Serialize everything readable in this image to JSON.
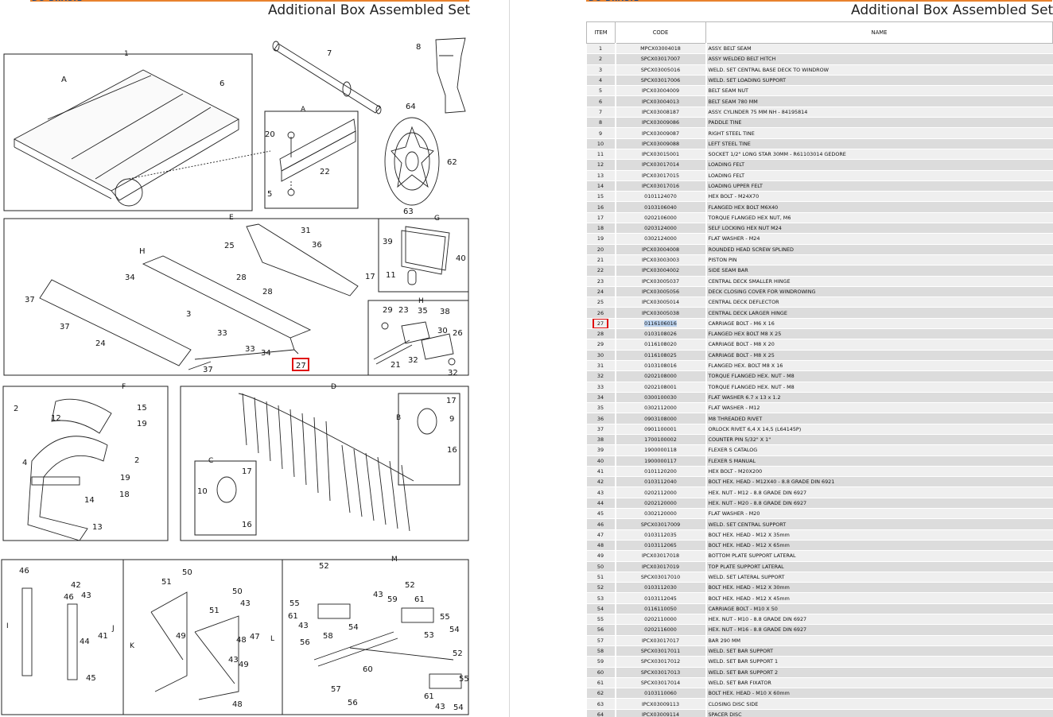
{
  "page_title": "Additional Box Assembled Set",
  "table": {
    "headers": {
      "item": "ITEM",
      "code": "CODE",
      "name": "NAME"
    },
    "highlighted_item": "27",
    "rows": [
      {
        "item": "1",
        "code": "MPCX03004018",
        "name": "ASSY. BELT SEAM"
      },
      {
        "item": "2",
        "code": "SPCX03017007",
        "name": "ASSY WELDED BELT HITCH"
      },
      {
        "item": "3",
        "code": "SPCX03005016",
        "name": "WELD. SET CENTRAL BASE DECK TO WINDROW"
      },
      {
        "item": "4",
        "code": "SPCX03017006",
        "name": "WELD. SET LOADING SUPPORT"
      },
      {
        "item": "5",
        "code": "IPCX03004009",
        "name": "BELT SEAM NUT"
      },
      {
        "item": "6",
        "code": "IPCX03004013",
        "name": "BELT SEAM 780 MM"
      },
      {
        "item": "7",
        "code": "IPCX03008187",
        "name": "ASSY. CYLINDER 75 MM NH - 84195814"
      },
      {
        "item": "8",
        "code": "IPCX03009086",
        "name": "PADDLE TINE"
      },
      {
        "item": "9",
        "code": "IPCX03009087",
        "name": "RIGHT STEEL TINE"
      },
      {
        "item": "10",
        "code": "IPCX03009088",
        "name": "LEFT STEEL TINE"
      },
      {
        "item": "11",
        "code": "IPCX03015001",
        "name": "SOCKET 1/2\" LONG STAR 30MM - R61103014 GEDORE"
      },
      {
        "item": "12",
        "code": "IPCX03017014",
        "name": "LOADING FELT"
      },
      {
        "item": "13",
        "code": "IPCX03017015",
        "name": "LOADING FELT"
      },
      {
        "item": "14",
        "code": "IPCX03017016",
        "name": "LOADING UPPER FELT"
      },
      {
        "item": "15",
        "code": "0101124070",
        "name": "HEX BOLT - M24X70"
      },
      {
        "item": "16",
        "code": "0103106040",
        "name": "FLANGED HEX BOLT M6X40"
      },
      {
        "item": "17",
        "code": "0202106000",
        "name": "TORQUE FLANGED HEX NUT, M6"
      },
      {
        "item": "18",
        "code": "0203124000",
        "name": "SELF LOCKING HEX NUT M24"
      },
      {
        "item": "19",
        "code": "0302124000",
        "name": "FLAT WASHER - M24"
      },
      {
        "item": "20",
        "code": "IPCX03004008",
        "name": "ROUNDED HEAD SCREW SPLINED"
      },
      {
        "item": "21",
        "code": "IPCX03003003",
        "name": "PISTON PIN"
      },
      {
        "item": "22",
        "code": "IPCX03004002",
        "name": "SIDE SEAM BAR"
      },
      {
        "item": "23",
        "code": "IPCX03005037",
        "name": "CENTRAL DECK SMALLER HINGE"
      },
      {
        "item": "24",
        "code": "IPCX03005056",
        "name": "DECK CLOSING COVER FOR WINDROWING"
      },
      {
        "item": "25",
        "code": "IPCX03005014",
        "name": "CENTRAL DECK DEFLECTOR"
      },
      {
        "item": "26",
        "code": "IPCX03005038",
        "name": "CENTRAL DECK LARGER HINGE"
      },
      {
        "item": "27",
        "code": "0116106016",
        "name": "CARRIAGE BOLT - M6 X 16"
      },
      {
        "item": "28",
        "code": "0103108026",
        "name": "FLANGED HEX BOLT M8 X 25"
      },
      {
        "item": "29",
        "code": "0116108020",
        "name": "CARRIAGE BOLT - M8 X 20"
      },
      {
        "item": "30",
        "code": "0116108025",
        "name": "CARRIAGE BOLT - M8 X 25"
      },
      {
        "item": "31",
        "code": "0103108016",
        "name": "FLANGED HEX. BOLT M8 X 16"
      },
      {
        "item": "32",
        "code": "0202108000",
        "name": "TORQUE FLANGED HEX. NUT - M8"
      },
      {
        "item": "33",
        "code": "0202108001",
        "name": "TORQUE FLANGED HEX. NUT - M8"
      },
      {
        "item": "34",
        "code": "0300100030",
        "name": "FLAT WASHER 6.7 x 13 x 1.2"
      },
      {
        "item": "35",
        "code": "0302112000",
        "name": "FLAT WASHER - M12"
      },
      {
        "item": "36",
        "code": "0903108000",
        "name": "M8 THREADED RIVET"
      },
      {
        "item": "37",
        "code": "0901100001",
        "name": "ORLOCK RIVET 6,4 X 14,5 (L64145P)"
      },
      {
        "item": "38",
        "code": "1700100002",
        "name": "COUNTER PIN 5/32\" X 1\""
      },
      {
        "item": "39",
        "code": "1900000118",
        "name": "FLEXER S CATALOG"
      },
      {
        "item": "40",
        "code": "1900000117",
        "name": "FLEXER S MANUAL"
      },
      {
        "item": "41",
        "code": "0101120200",
        "name": "HEX BOLT - M20X200"
      },
      {
        "item": "42",
        "code": "0103112040",
        "name": "BOLT HEX. HEAD - M12X40 - 8.8 GRADE DIN 6921"
      },
      {
        "item": "43",
        "code": "0202112000",
        "name": "HEX. NUT - M12 - 8.8 GRADE DIN 6927"
      },
      {
        "item": "44",
        "code": "0202120000",
        "name": "HEX. NUT - M20 - 8.8 GRADE DIN 6927"
      },
      {
        "item": "45",
        "code": "0302120000",
        "name": "FLAT WASHER - M20"
      },
      {
        "item": "46",
        "code": "SPCX03017009",
        "name": "WELD. SET CENTRAL SUPPORT"
      },
      {
        "item": "47",
        "code": "0103112035",
        "name": "BOLT HEX. HEAD - M12 X 35mm"
      },
      {
        "item": "48",
        "code": "0103112065",
        "name": "BOLT HEX. HEAD - M12 X 65mm"
      },
      {
        "item": "49",
        "code": "IPCX03017018",
        "name": "BOTTOM PLATE SUPPORT LATERAL"
      },
      {
        "item": "50",
        "code": "IPCX03017019",
        "name": "TOP PLATE SUPPORT LATERAL"
      },
      {
        "item": "51",
        "code": "SPCX03017010",
        "name": "WELD. SET LATERAL SUPPORT"
      },
      {
        "item": "52",
        "code": "0103112030",
        "name": "BOLT HEX. HEAD - M12 X 30mm"
      },
      {
        "item": "53",
        "code": "0103112045",
        "name": "BOLT HEX. HEAD - M12 X 45mm"
      },
      {
        "item": "54",
        "code": "0116110050",
        "name": "CARRIAGE BOLT - M10 X 50"
      },
      {
        "item": "55",
        "code": "0202110000",
        "name": "HEX. NUT - M10 - 8.8 GRADE DIN 6927"
      },
      {
        "item": "56",
        "code": "0202116000",
        "name": "HEX. NUT - M16 - 8.8 GRADE DIN 6927"
      },
      {
        "item": "57",
        "code": "IPCX03017017",
        "name": "BAR 290 MM"
      },
      {
        "item": "58",
        "code": "SPCX03017011",
        "name": "WELD. SET BAR SUPPORT"
      },
      {
        "item": "59",
        "code": "SPCX03017012",
        "name": "WELD. SET BAR SUPPORT 1"
      },
      {
        "item": "60",
        "code": "SPCX03017013",
        "name": "WELD. SET BAR SUPPORT 2"
      },
      {
        "item": "61",
        "code": "SPCX03017014",
        "name": "WELD. SET BAR FIXATOR"
      },
      {
        "item": "62",
        "code": "0103110060",
        "name": "BOLT HEX. HEAD - M10 X 60mm"
      },
      {
        "item": "63",
        "code": "IPCX03009113",
        "name": "CLOSING DISC SIDE"
      },
      {
        "item": "64",
        "code": "IPCX03009114",
        "name": "SPACER DISC"
      }
    ]
  },
  "diagram": {
    "highlighted_callout": "27",
    "panels": {
      "p1": "1",
      "pA": "A",
      "pE": "E",
      "pG": "G",
      "pH": "H",
      "pF": "F",
      "pD": "D",
      "pB": "B",
      "pC": "C",
      "pM": "M",
      "I": "I",
      "J": "J",
      "K": "K",
      "L": "L"
    },
    "callouts": {
      "a1A": "A",
      "a1_6": "6",
      "a7": "7",
      "a8": "8",
      "a64": "64",
      "a62": "62",
      "a63": "63",
      "aA20": "20",
      "aA22": "22",
      "aA5": "5",
      "e25": "25",
      "e31": "31",
      "e36": "36",
      "e17": "17",
      "eH": "H",
      "e34a": "34",
      "e28a": "28",
      "e28b": "28",
      "e37a": "37",
      "e3": "3",
      "e37b": "37",
      "e24": "24",
      "e33a": "33",
      "e33b": "33",
      "e34b": "34",
      "e27": "27",
      "e37c": "37",
      "g39": "39",
      "g40": "40",
      "g11": "11",
      "h29": "29",
      "h23": "23",
      "h35": "35",
      "h38": "38",
      "h30": "30",
      "h26": "26",
      "h21": "21",
      "h32a": "32",
      "h32b": "32",
      "f2a": "2",
      "f12": "12",
      "f15": "15",
      "f19a": "19",
      "f2b": "2",
      "f4": "4",
      "f19b": "19",
      "f18": "18",
      "f14": "14",
      "f13": "13",
      "d17a": "17",
      "d9": "9",
      "d16a": "16",
      "d17b": "17",
      "d10": "10",
      "d16b": "16",
      "i46a": "46",
      "i42": "42",
      "i46b": "46",
      "i43a": "43",
      "i41": "41",
      "i44": "44",
      "i45": "45",
      "k50a": "50",
      "k51a": "51",
      "k49a": "49",
      "k50b": "50",
      "k51b": "51",
      "k43b": "43",
      "k47": "47",
      "k48a": "48",
      "k43c": "43",
      "k49b": "49",
      "k48b": "48",
      "m52a": "52",
      "m55a": "55",
      "m61a": "61",
      "m43d": "43",
      "m54a": "54",
      "m56a": "56",
      "m58": "58",
      "m43e": "43",
      "m59": "59",
      "m52b": "52",
      "m61b": "61",
      "m55b": "55",
      "m53": "53",
      "m54b": "54",
      "m60": "60",
      "m57": "57",
      "m56b": "56",
      "m52c": "52",
      "m55c": "55",
      "m61c": "61",
      "m43f": "43",
      "m54c": "54"
    }
  }
}
